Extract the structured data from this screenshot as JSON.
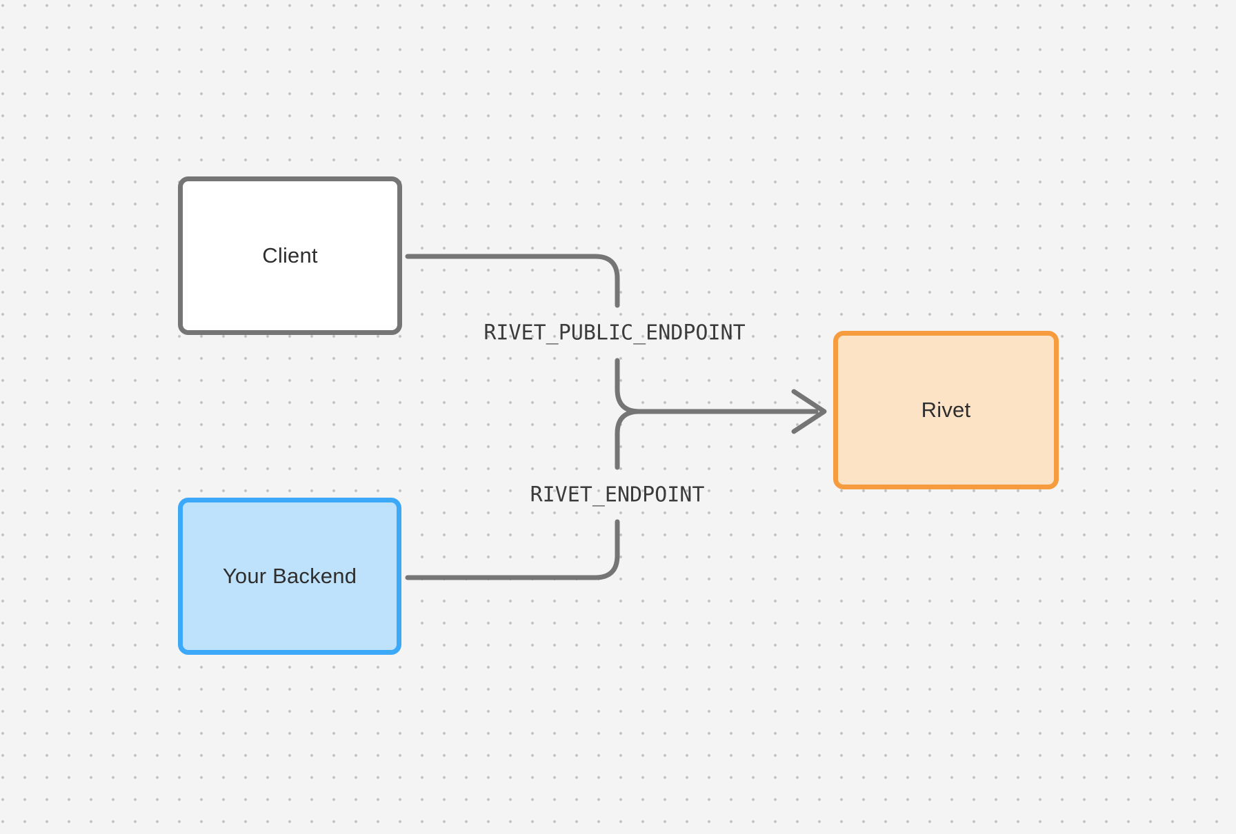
{
  "diagram": {
    "nodes": [
      {
        "id": "client",
        "label": "Client"
      },
      {
        "id": "backend",
        "label": "Your Backend"
      },
      {
        "id": "rivet",
        "label": "Rivet"
      }
    ],
    "edges": [
      {
        "from": "client",
        "to": "rivet",
        "label": "RIVET_PUBLIC_ENDPOINT"
      },
      {
        "from": "backend",
        "to": "rivet",
        "label": "RIVET_ENDPOINT"
      }
    ]
  },
  "colors": {
    "bg": "#f4f4f4",
    "dot": "#c4c4c4",
    "line": "#757575",
    "text_dark": "#2e2e2e",
    "label_text": "#3b3b3b",
    "client_fill": "#ffffff",
    "client_border": "#757575",
    "backend_fill": "#bfe2fc",
    "backend_border": "#3ba9f7",
    "rivet_fill": "#fce3c6",
    "rivet_border": "#f69c3e"
  }
}
